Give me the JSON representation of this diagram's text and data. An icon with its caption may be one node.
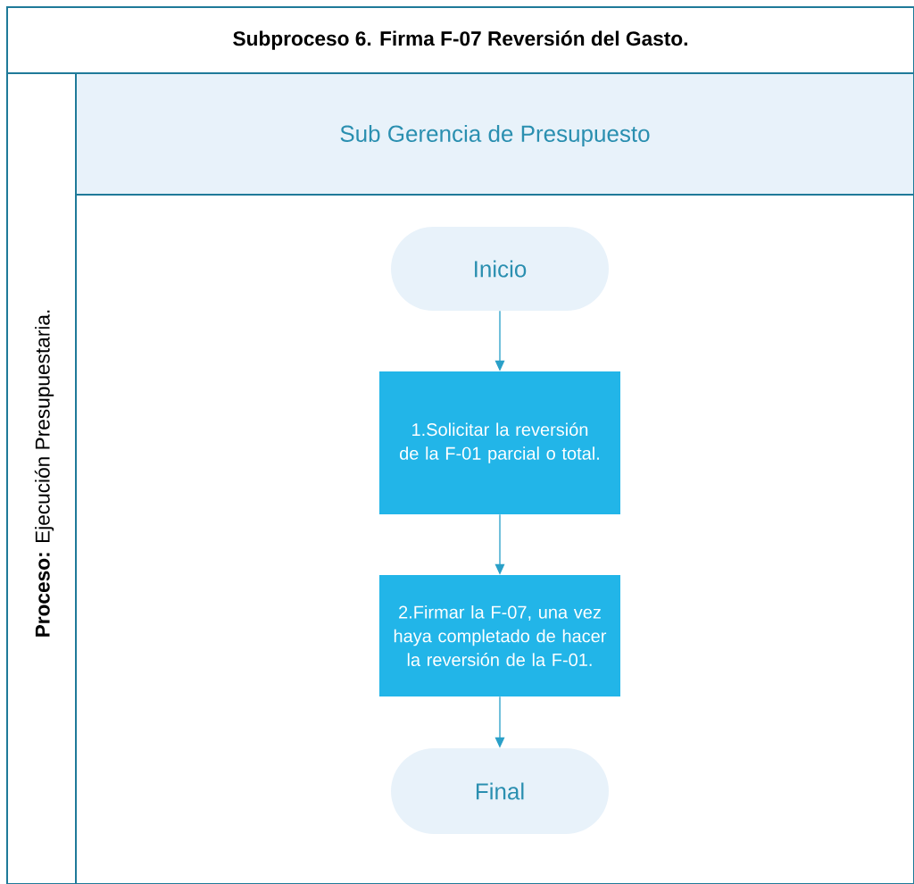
{
  "diagram": {
    "title": "Subproceso 6. Firma F-07 Reversión del Gasto.",
    "nodes": [
      {
        "text": [
          "**Proceso:** Ejecución Presupuestaria."
        ]
      },
      {
        "text": [
          "Sub Gerencia de Presupuesto"
        ]
      },
      {
        "text": [
          "Inicio"
        ],
        "in": 1
      },
      {
        "text": [
          "1.Solicitar la reversión de la F-01 parcial o total."
        ],
        "in": 1
      },
      {
        "text": [
          "2.Firmar la F-07, una vez haya completado de hacer la reversión de la F-01."
        ],
        "in": 1
      },
      {
        "text": [
          "Final"
        ],
        "in": 1
      }
    ],
    "edges": [
      {
        "from": 2,
        "to": 3,
        "arrow": "to"
      },
      {
        "from": 3,
        "to": 4,
        "arrow": "to"
      },
      {
        "from": 4,
        "to": 5,
        "arrow": "to"
      }
    ]
  }
}
